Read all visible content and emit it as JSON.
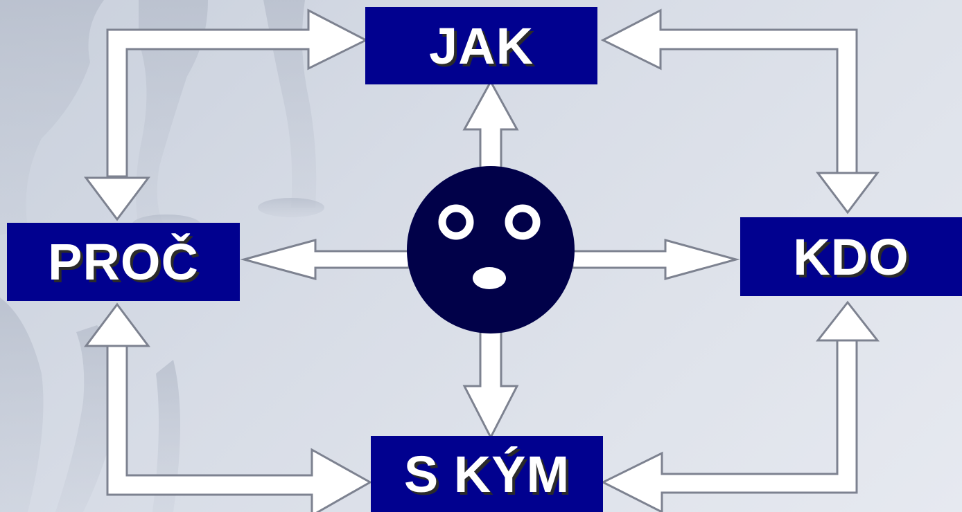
{
  "boxes": {
    "jak": "JAK",
    "proc": "PROČ",
    "kdo": "KDO",
    "s_kym": "S KÝM"
  },
  "colors": {
    "box_fill": "#01018f",
    "box_text": "#ffffff",
    "face_fill": "#010149",
    "arrow_fill": "#ffffff",
    "arrow_edge": "#7d8290"
  },
  "icons": {
    "center": "surprised-face-icon",
    "watermark": "justice-scales-watermark"
  }
}
